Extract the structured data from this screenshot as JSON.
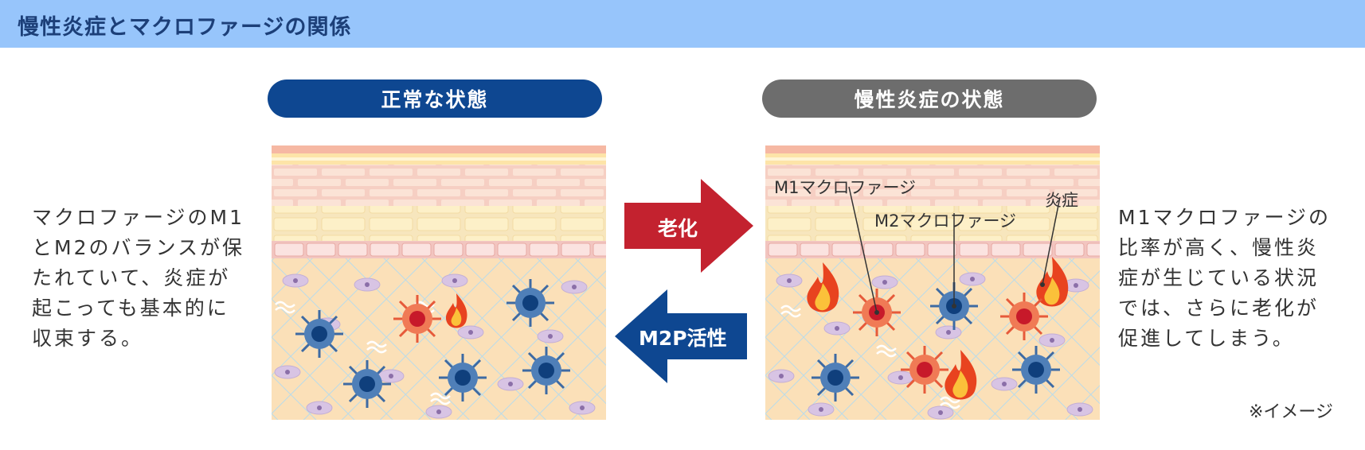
{
  "header": {
    "title": "慢性炎症とマクロファージの関係"
  },
  "panels": {
    "normal": {
      "label": "正常な状態"
    },
    "chronic": {
      "label": "慢性炎症の状態"
    }
  },
  "arrows": {
    "aging": {
      "label": "老化"
    },
    "m2p": {
      "label": "M2P活性"
    }
  },
  "left_description": [
    "マクロファージのM1",
    "とM2のバランスが保",
    "たれていて、炎症が",
    "起こっても基本的に",
    "収束する。"
  ],
  "right_description": [
    "M1マクロファージの",
    "比率が高く、慢性炎",
    "症が生じている状況",
    "では、さらに老化が",
    "促進してしまう。"
  ],
  "annotations": {
    "m1": "M1マクロファージ",
    "m2": "M2マクロファージ",
    "inflammation": "炎症"
  },
  "note": "※イメージ",
  "colors": {
    "header_bg": "#97c5fb",
    "normal_pill": "#0e4791",
    "chronic_pill": "#6d6d6d",
    "aging_arrow": "#c3222f",
    "m2p_arrow": "#0e4791",
    "m1_cell": "#e65a3a",
    "m2_cell": "#3d6aa3"
  }
}
